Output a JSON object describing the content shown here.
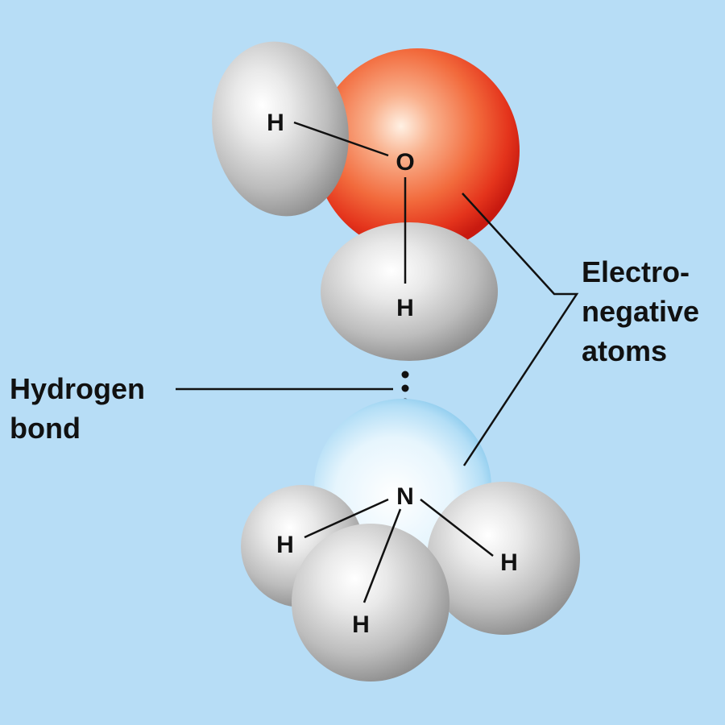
{
  "colors": {
    "background": "#b7ddf6",
    "oxygen": "#e8341c",
    "nitrogen": "#c8e8fa",
    "hydrogen": "#c4c4c4",
    "line": "#111111"
  },
  "water": {
    "oxygen_label": "O",
    "hydrogen_top_label": "H",
    "hydrogen_bottom_label": "H"
  },
  "ammonia": {
    "nitrogen_label": "N",
    "hydrogen_left_label": "H",
    "hydrogen_right_label": "H",
    "hydrogen_bottom_label": "H"
  },
  "callouts": {
    "hydrogen_bond": [
      "Hydrogen",
      "bond"
    ],
    "electronegative_atoms": [
      "Electro-",
      "negative",
      "atoms"
    ]
  }
}
